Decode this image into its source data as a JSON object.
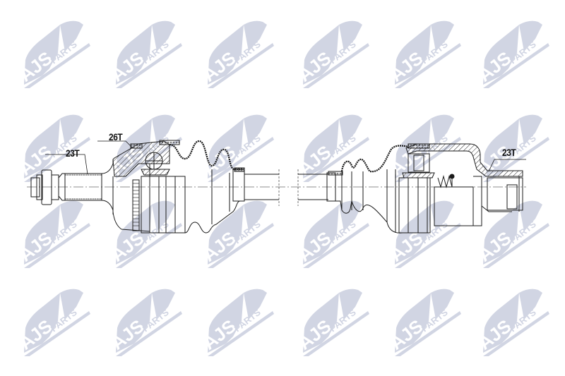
{
  "diagram": {
    "subject": "drive shaft (CV axle) cross-section",
    "background": "#ffffff",
    "line_color": "#1a1a1a",
    "hatch_color": "#2a2a2a"
  },
  "watermark": {
    "brand_main": "AJS",
    "brand_sub": "PARTS",
    "color": "#cfd3e2",
    "columns_x": [
      30,
      160,
      290,
      425,
      555,
      680
    ],
    "rows_y": [
      25,
      158,
      280,
      405
    ]
  },
  "labels": {
    "left_outer_spline": "23T",
    "left_abs_ring": "26T",
    "right_inner_spline": "23T"
  }
}
